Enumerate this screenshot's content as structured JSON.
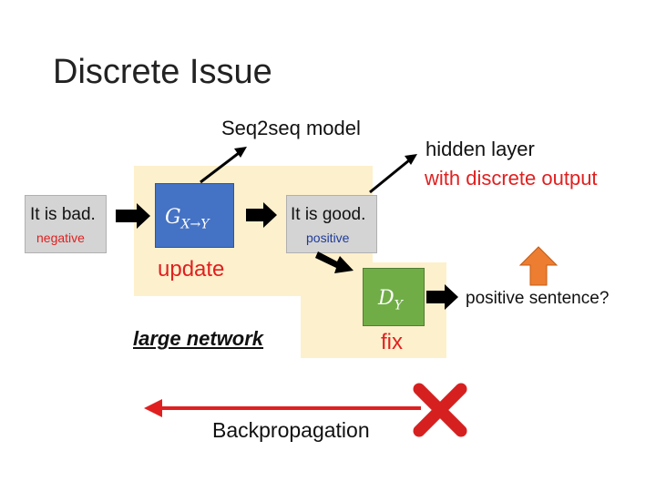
{
  "slide": {
    "title": "Discrete Issue"
  },
  "labels": {
    "seq2seq": "Seq2seq model",
    "hidden_line1": "hidden layer",
    "hidden_line2": "with discrete output",
    "update": "update",
    "large_network": "large network",
    "fix": "fix",
    "positive_sentence": "positive sentence?",
    "backprop": "Backpropagation"
  },
  "nodes": {
    "input": {
      "text": "It is bad.",
      "sentiment": "negative"
    },
    "output": {
      "text": "It is good.",
      "sentiment": "positive"
    },
    "generator": {
      "main": "G",
      "subscript": "X→Y"
    },
    "discriminator": {
      "main": "D",
      "subscript": "Y"
    }
  },
  "colors": {
    "background_highlight": "#fdf0cc",
    "generator_box": "#4472c4",
    "discriminator_box": "#70ad47",
    "red_text": "#e02020",
    "orange_arrow": "#ed7d31",
    "blue_text": "#1f3b9a"
  },
  "icons": {
    "cross": "red-x-icon",
    "up_arrow": "orange-up-arrow-icon"
  }
}
